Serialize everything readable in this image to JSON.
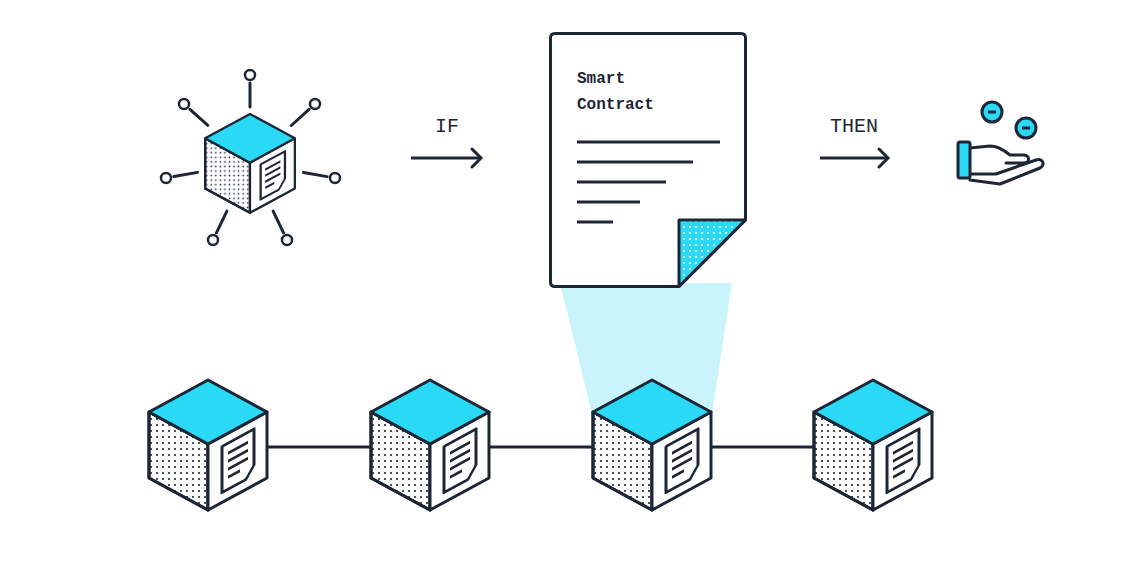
{
  "diagram": {
    "nodes": [
      {
        "text": [
          "Smart Contract"
        ]
      }
    ],
    "labels": [
      "IF",
      "THEN"
    ]
  }
}
